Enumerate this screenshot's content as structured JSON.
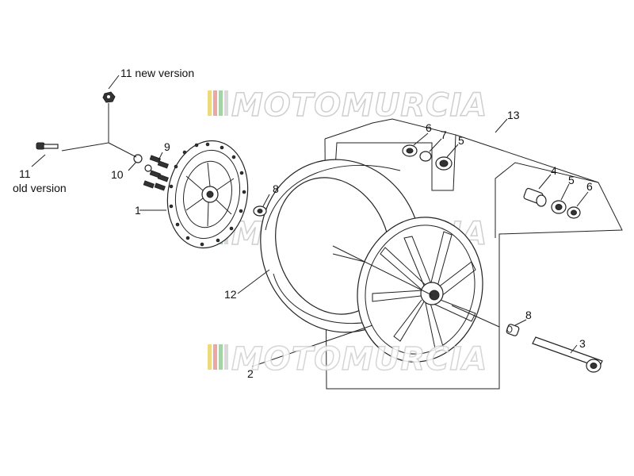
{
  "labels": {
    "l1": "1",
    "l2": "2",
    "l3": "3",
    "l4": "4",
    "l5a": "5",
    "l5b": "5",
    "l6a": "6",
    "l6b": "6",
    "l7": "7",
    "l8a": "8",
    "l8b": "8",
    "l9": "9",
    "l10": "10",
    "l11_old_num": "11",
    "l11_old_text": "old version",
    "l11_new": "11 new version",
    "l12": "12",
    "l13": "13"
  },
  "watermark": {
    "text": "MOTOMURCIA",
    "stripe_colors": [
      "#e8d060",
      "#e89090",
      "#90c890",
      "#d0d0d0"
    ]
  }
}
